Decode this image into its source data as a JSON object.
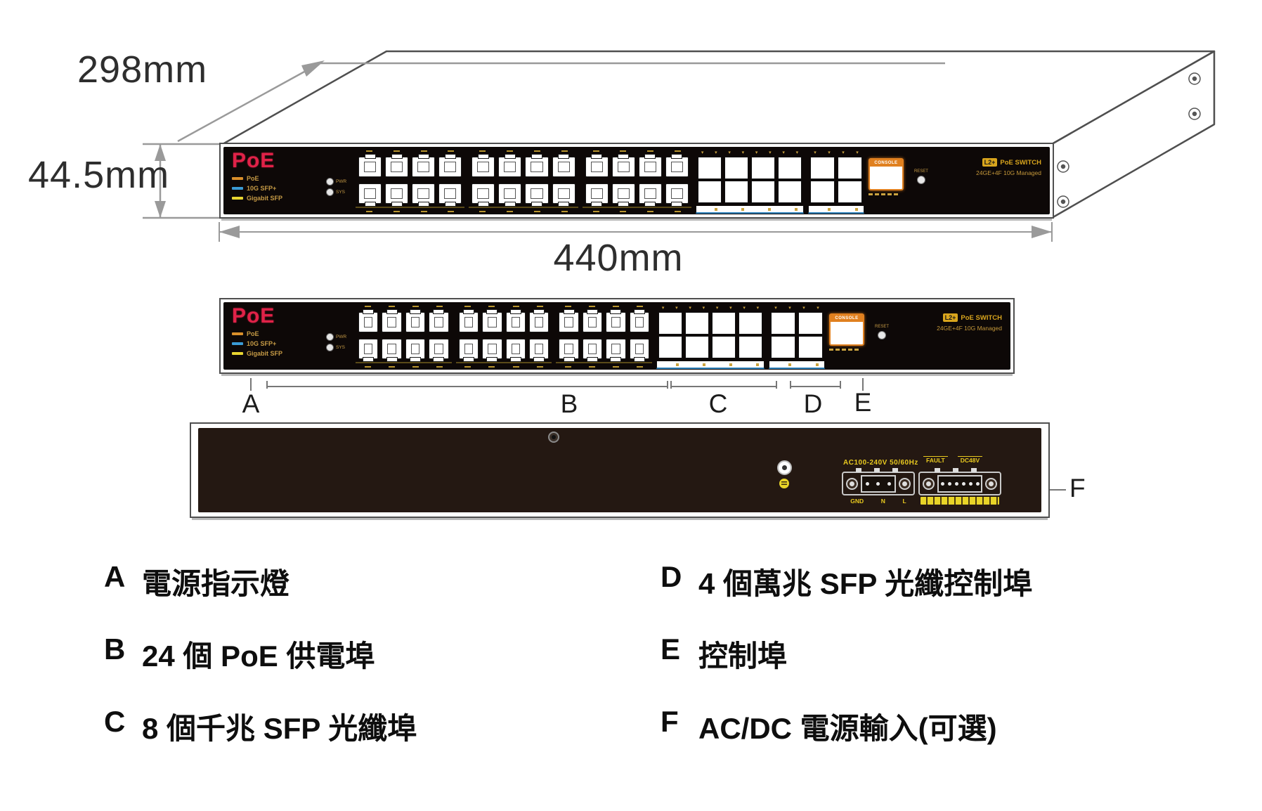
{
  "dimensions": {
    "depth": "298mm",
    "height": "44.5mm",
    "width": "440mm"
  },
  "callout_letters": [
    "A",
    "B",
    "C",
    "D",
    "E",
    "F"
  ],
  "panel": {
    "brand": "PoE",
    "indicator_legend": [
      {
        "label": "PoE",
        "color": "#d98f2b"
      },
      {
        "label": "10G SFP+",
        "color": "#3a9bd5"
      },
      {
        "label": "Gigabit SFP",
        "color": "#e8d531"
      }
    ],
    "leds": [
      {
        "label": "PWR"
      },
      {
        "label": "SYS"
      }
    ],
    "rj45": {
      "banks": 3,
      "ports_per_bank": 8
    },
    "sfp_gigabit": {
      "slots": 8
    },
    "sfp_10g": {
      "slots": 4
    },
    "console_label": "CONSOLE",
    "reset_label": "RESET",
    "model": {
      "badge": "L2+",
      "line1": "PoE SWITCH",
      "line2": "24GE+4F 10G Managed"
    }
  },
  "rear": {
    "ac_rating": "AC100-240V  50/60Hz",
    "ac_pins": [
      "GND",
      "N",
      "L"
    ],
    "dc_fault": "FAULT",
    "dc_voltage": "DC48V"
  },
  "legend": [
    {
      "key": "A",
      "text": "電源指示燈"
    },
    {
      "key": "B",
      "text": "24 個 PoE 供電埠"
    },
    {
      "key": "C",
      "text": "8 個千兆 SFP 光纖埠"
    },
    {
      "key": "D",
      "text": "4 個萬兆 SFP 光纖控制埠"
    },
    {
      "key": "E",
      "text": "控制埠"
    },
    {
      "key": "F",
      "text": "AC/DC 電源輸入(可選)"
    }
  ]
}
